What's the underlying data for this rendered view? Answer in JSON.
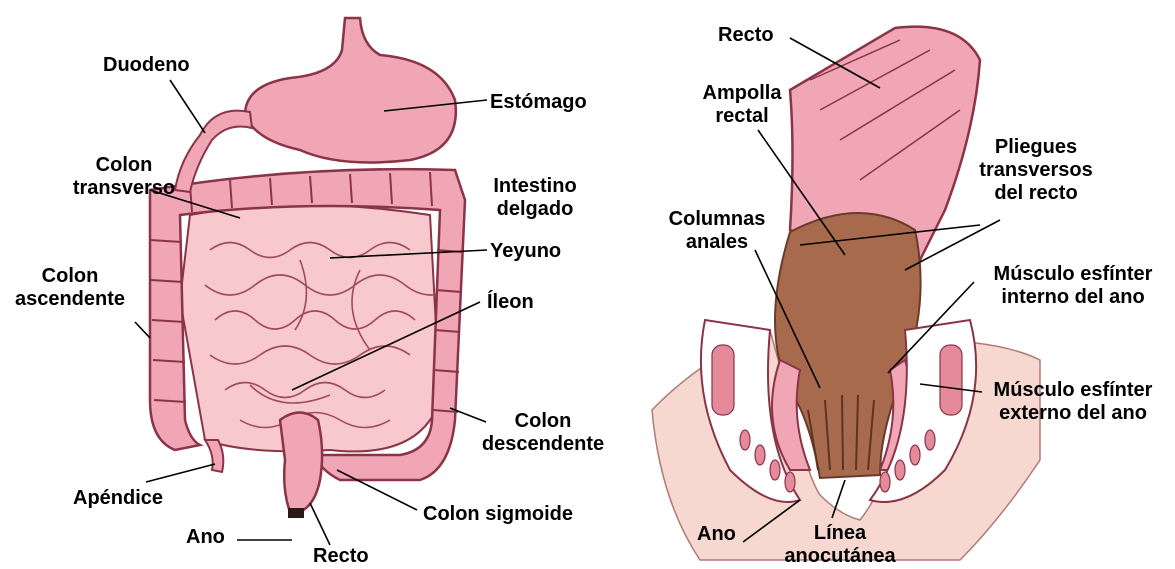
{
  "left_labels": {
    "duodeno": "Duodeno",
    "estomago": "Estómago",
    "colon_transverso": [
      "Colon",
      "transverso"
    ],
    "intestino_delgado": [
      "Intestino",
      "delgado"
    ],
    "yeyuno": "Yeyuno",
    "colon_ascendente": [
      "Colon",
      "ascendente"
    ],
    "ileon": "Íleon",
    "colon_descendente": [
      "Colon",
      "descendente"
    ],
    "apendice": "Apéndice",
    "colon_sigmoide": "Colon sigmoide",
    "ano": "Ano",
    "recto": "Recto"
  },
  "right_labels": {
    "recto": "Recto",
    "ampolla_rectal": [
      "Ampolla",
      "rectal"
    ],
    "pliegues": [
      "Pliegues",
      "transversos",
      "del recto"
    ],
    "columnas_anales": [
      "Columnas",
      "anales"
    ],
    "esfinter_interno": [
      "Músculo esfínter",
      "interno del ano"
    ],
    "esfinter_externo": [
      "Músculo esfínter",
      "externo del ano"
    ],
    "ano": "Ano",
    "linea_anocutanea": [
      "Línea",
      "anocutánea"
    ]
  },
  "colors": {
    "organ_fill": "#f0a6b4",
    "organ_stroke": "#8a3448",
    "intestine_fill": "#f7c9cc",
    "mucosa_fill": "#a86a4c",
    "skin_fill": "#f6d8d0"
  }
}
